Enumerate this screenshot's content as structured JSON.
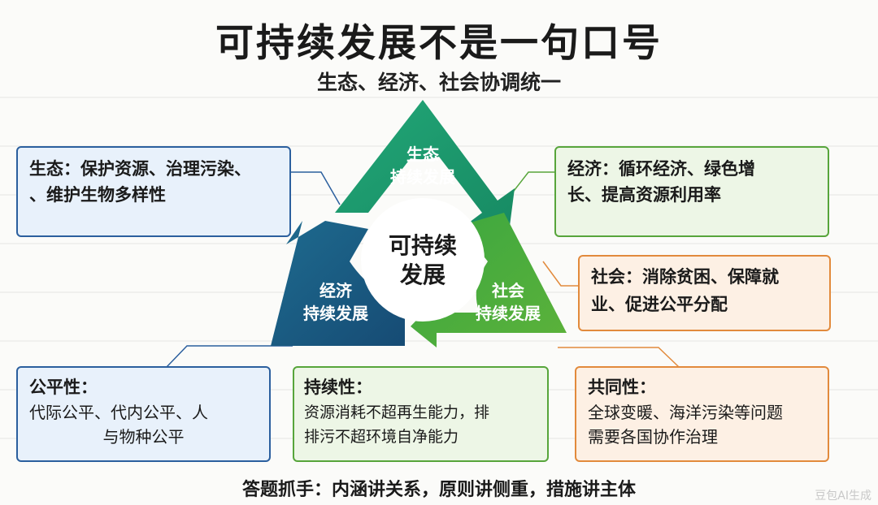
{
  "title": "可持续发展不是一句口号",
  "subtitle": "生态、经济、社会协调统一",
  "colors": {
    "ecology": "#1f9f6e",
    "economy": "#1c5a86",
    "society": "#3f9e3a",
    "blue_border": "#2b5f9e",
    "green_border": "#57a53b",
    "orange_border": "#e28a3c"
  },
  "cycle": {
    "center_line1": "可持续",
    "center_line2": "发展",
    "top_line1": "生态",
    "top_line2": "持续发展",
    "left_line1": "经济",
    "left_line2": "持续发展",
    "right_line1": "社会",
    "right_line2": "持续发展"
  },
  "boxes": {
    "ecology": {
      "label": "生态：",
      "text_line1": "保护资源、治理污染、",
      "text_line2": "、维护生物多样性"
    },
    "economy": {
      "label": "经济：",
      "text_line1": "循环经济、绿色增",
      "text_line2": "长、提高资源利用率"
    },
    "society": {
      "label": "社会：",
      "text_line1": "消除贫困、保障就",
      "text_line2": "业、促进公平分配"
    },
    "fairness": {
      "head": "公平性：",
      "line1": "代际公平、代内公平、人",
      "line2": "与物种公平"
    },
    "sustainability": {
      "head": "持续性：",
      "line1": "资源消耗不超再生能力，排",
      "line2": "排污不超环境自净能力"
    },
    "commonality": {
      "head": "共同性：",
      "line1": "全球变暖、海洋污染等问题",
      "line2": "需要各国协作治理"
    }
  },
  "footer": "答题抓手：内涵讲关系，原则讲侧重，措施讲主体",
  "watermark": "豆包AI生成"
}
